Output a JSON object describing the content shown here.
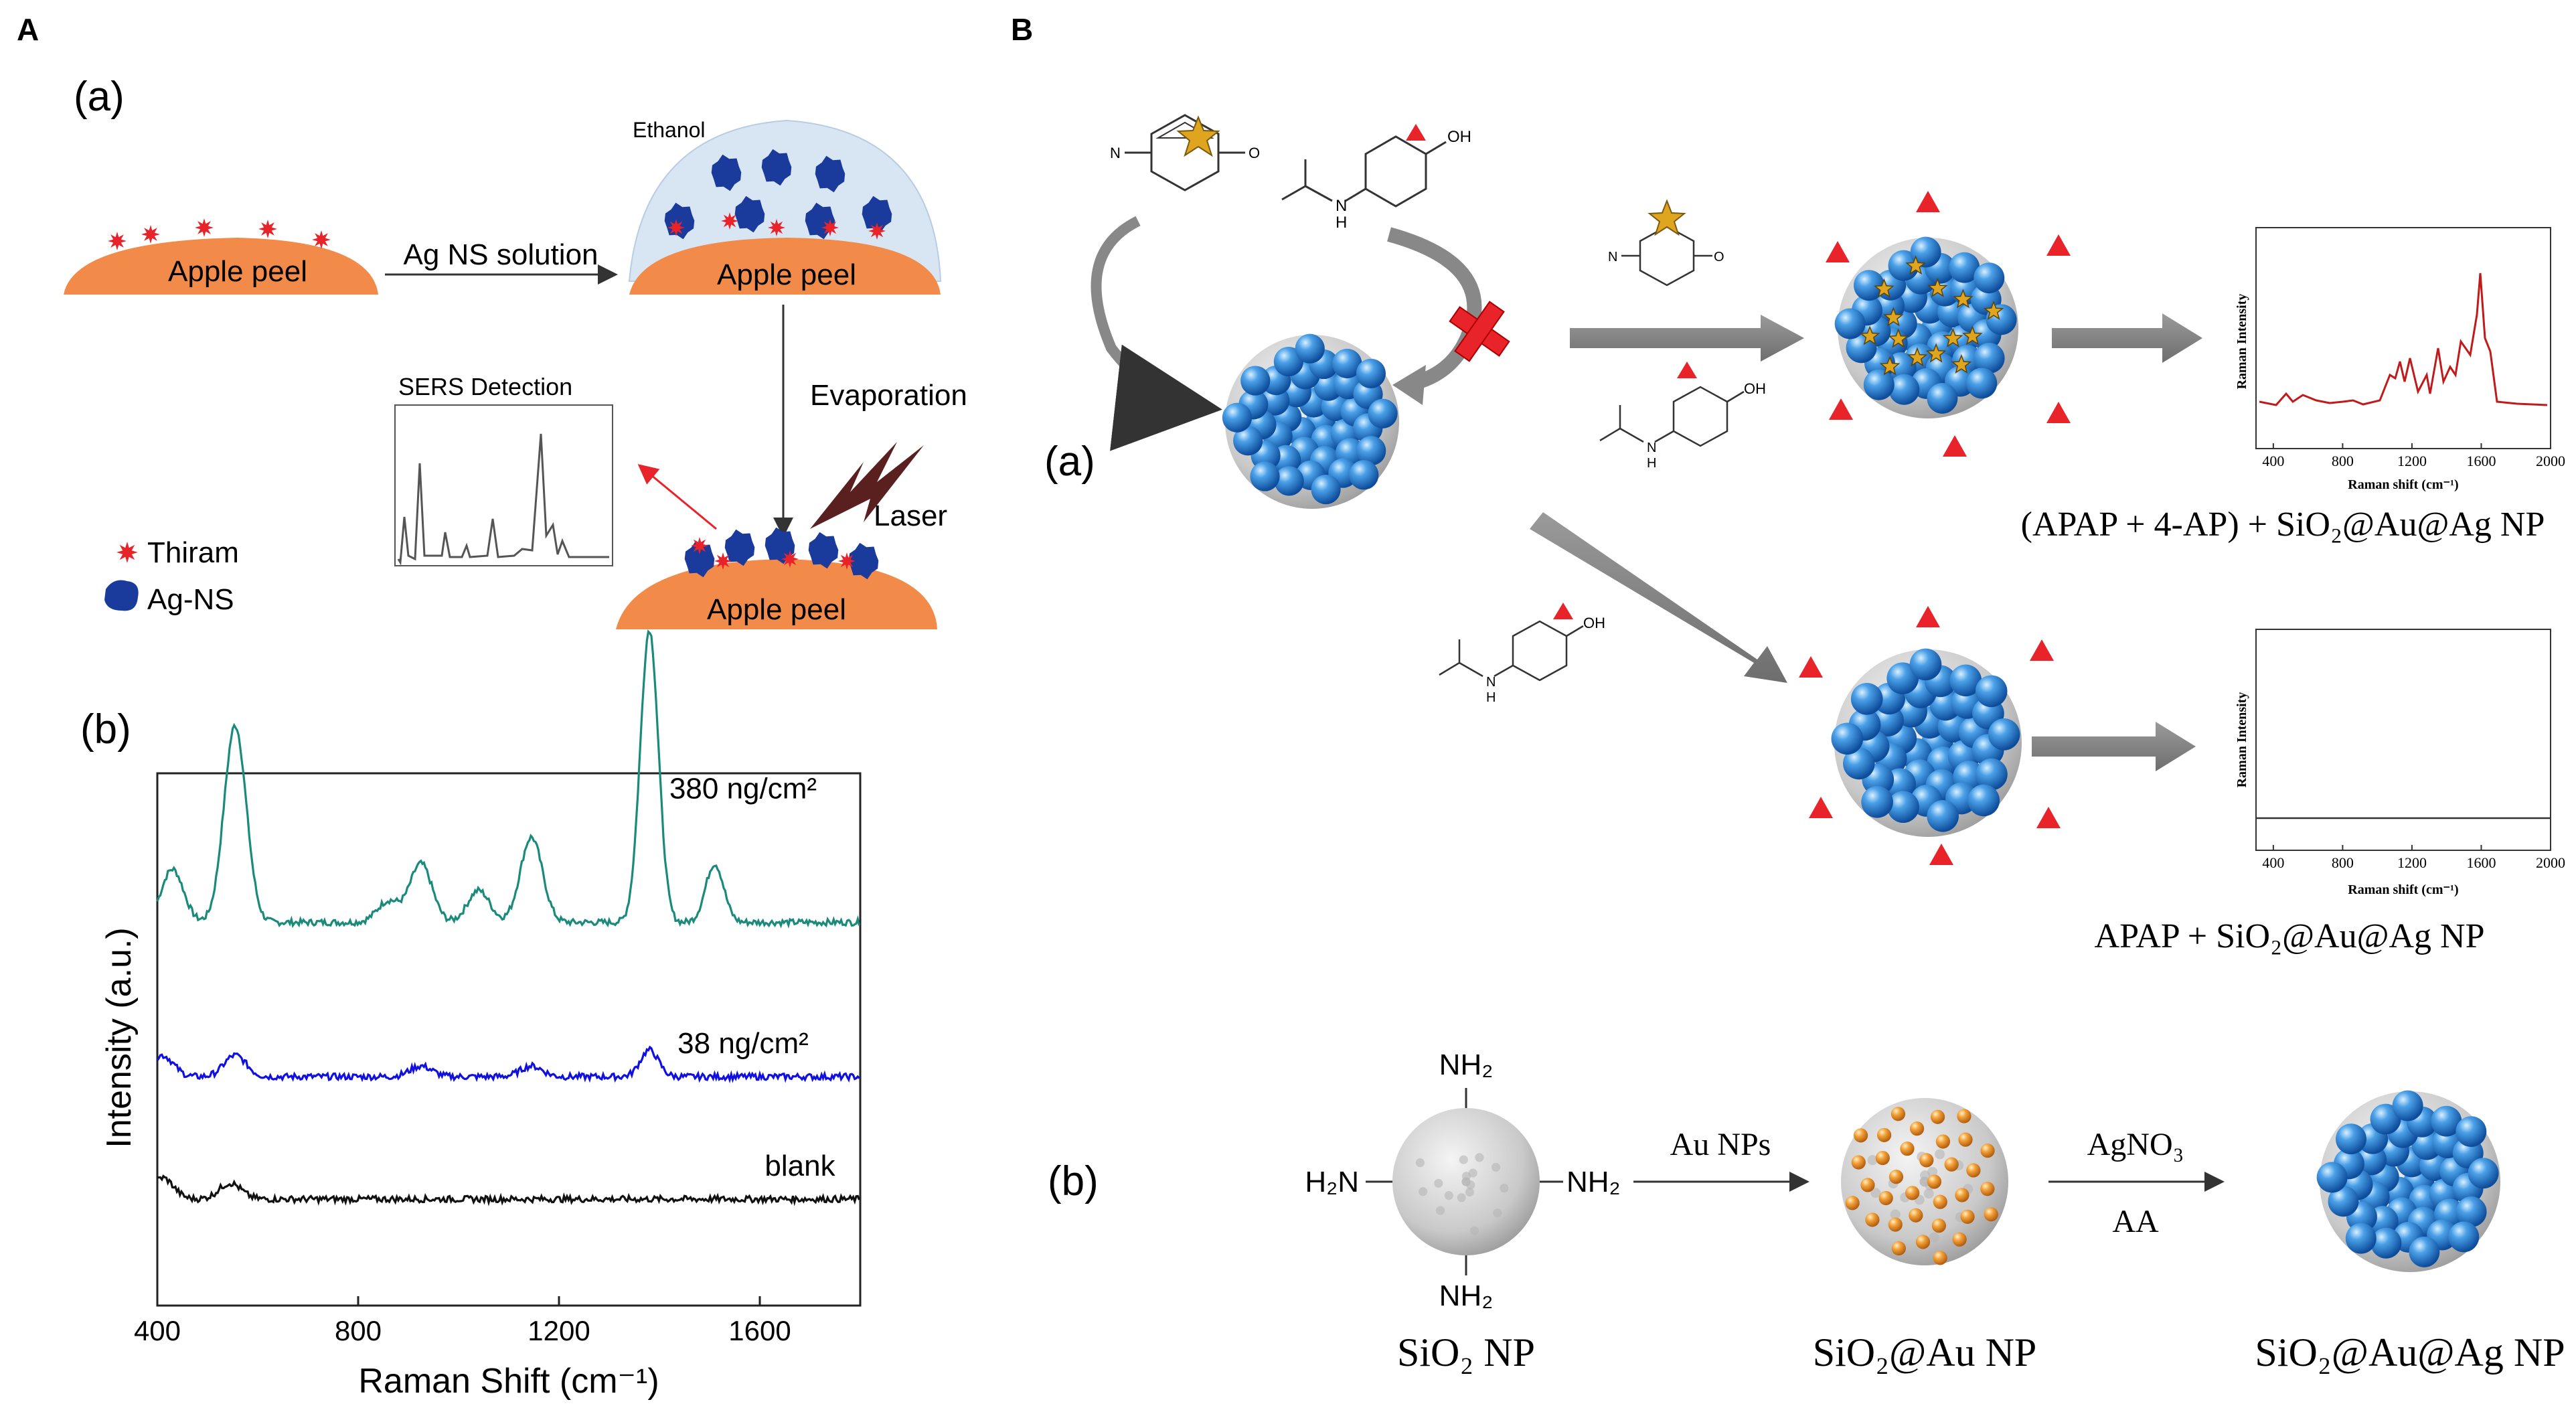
{
  "panel_A": {
    "label": "A",
    "sub_a": {
      "label": "(a)",
      "apple_peel": "Apple peel",
      "arrow_label": "Ag NS solution",
      "ethanol": "Ethanol",
      "evaporation": "Evaporation",
      "laser": "Laser",
      "sers_detection": "SERS Detection",
      "legend": [
        {
          "label": "Thiram",
          "icon": "thiram-star-icon",
          "color": "#e8232a"
        },
        {
          "label": "Ag-NS",
          "icon": "ag-ns-blob-icon",
          "color": "#1a3a9c"
        }
      ]
    },
    "sub_b": {
      "label": "(b)",
      "chart_data": {
        "type": "line",
        "xlabel": "Raman Shift (cm⁻¹)",
        "ylabel": "Intensity (a.u.)",
        "xlim": [
          400,
          1800
        ],
        "xticks": [
          "400",
          "800",
          "1200",
          "1600"
        ],
        "grid": false,
        "series": [
          {
            "name": "380 ng/cm²",
            "color": "#1a8a7a",
            "baseline": 0.72,
            "peaks": [
              [
                430,
                0.1
              ],
              [
                555,
                0.37
              ],
              [
                925,
                0.11
              ],
              [
                1040,
                0.06
              ],
              [
                1145,
                0.16
              ],
              [
                1380,
                0.55
              ],
              [
                1510,
                0.11
              ],
              [
                860,
                0.04
              ]
            ]
          },
          {
            "name": "38 ng/cm²",
            "color": "#1010e0",
            "baseline": 0.43,
            "peaks": [
              [
                410,
                0.04
              ],
              [
                555,
                0.04
              ],
              [
                1380,
                0.05
              ],
              [
                925,
                0.02
              ],
              [
                1145,
                0.02
              ]
            ]
          },
          {
            "name": "blank",
            "color": "#111111",
            "baseline": 0.2,
            "peaks": [
              [
                410,
                0.04
              ],
              [
                545,
                0.03
              ]
            ]
          }
        ]
      }
    }
  },
  "panel_B": {
    "label": "B",
    "sub_a": {
      "label": "(a)",
      "result_top": "(APAP + 4-AP) + SiO₂@Au@Ag NP",
      "result_bottom": "APAP + SiO₂@Au@Ag NP",
      "mol_oh": "OH",
      "mol_nh": "N",
      "mol_h": "H",
      "mini_chart": {
        "ylabel": "Raman Intensity",
        "xlabel": "Raman shift (cm⁻¹)",
        "xticks": [
          "400",
          "800",
          "1200",
          "1600",
          "2000"
        ],
        "xlim": [
          300,
          2000
        ]
      }
    },
    "sub_b": {
      "label": "(b)",
      "nh2": "NH₂",
      "h2n": "H₂N",
      "step1": "Au NPs",
      "step2a": "AgNO₃",
      "step2b": "AA",
      "np1": "SiO₂ NP",
      "np2": "SiO₂@Au NP",
      "np3": "SiO₂@Au@Ag NP"
    }
  }
}
